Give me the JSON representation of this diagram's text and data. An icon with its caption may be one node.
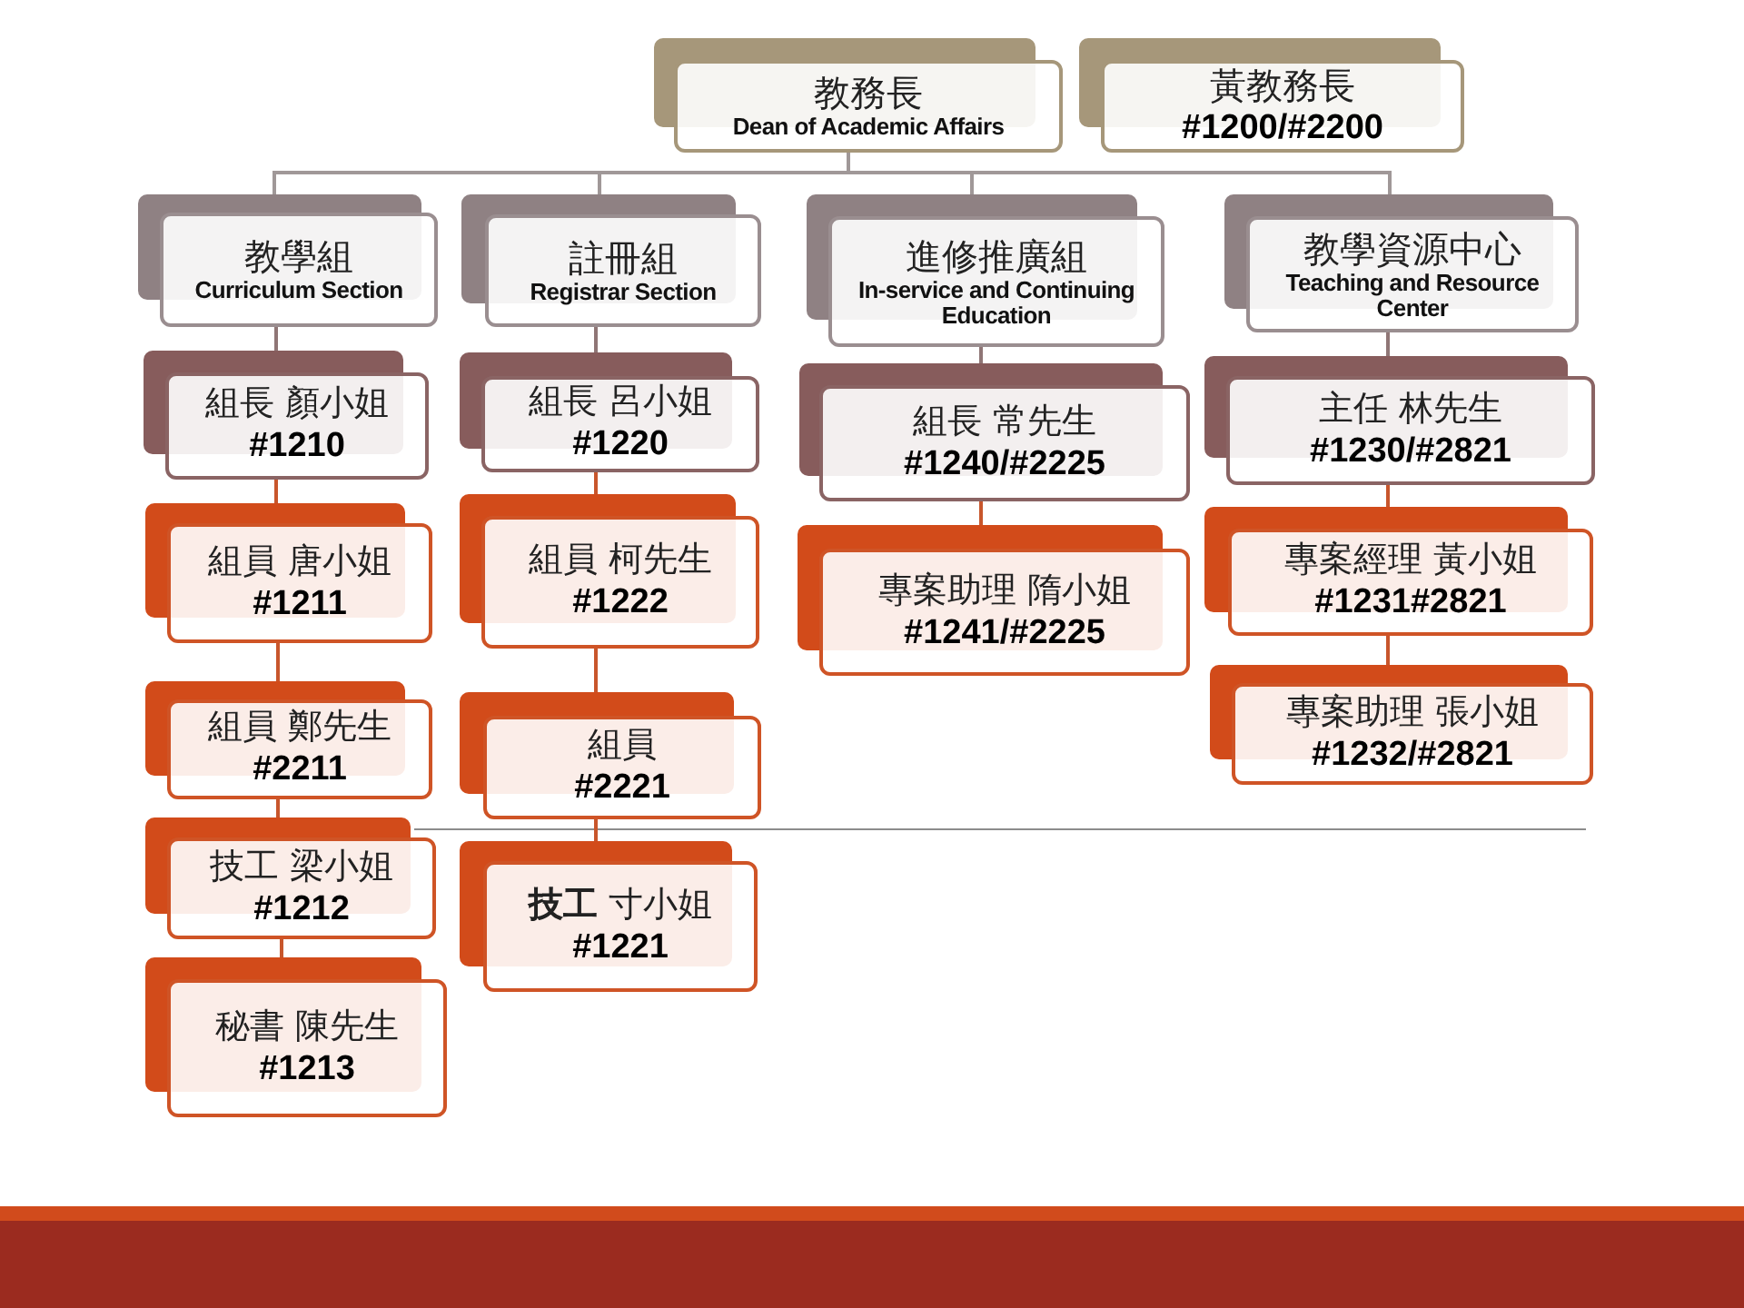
{
  "diagram": {
    "nodes": [
      {
        "text": [
          "教務長",
          "Dean of Academic Affairs"
        ]
      },
      {
        "text": [
          "黃教務長",
          "#1200/#2200"
        ]
      },
      {
        "text": [
          "教學組",
          "Curriculum Section"
        ]
      },
      {
        "text": [
          "註冊組",
          "Registrar Section"
        ]
      },
      {
        "text": [
          "進修推廣組",
          "In-service and Continuing Education"
        ]
      },
      {
        "text": [
          "教學資源中心",
          "Teaching and Resource Center"
        ]
      },
      {
        "text": [
          "組長 顏小姐",
          "#1210"
        ]
      },
      {
        "text": [
          "組員 唐小姐",
          "#1211"
        ]
      },
      {
        "text": [
          "組員 鄭先生",
          "#2211"
        ]
      },
      {
        "text": [
          "技工 梁小姐",
          "#1212"
        ]
      },
      {
        "text": [
          "秘書 陳先生",
          "#1213"
        ]
      },
      {
        "text": [
          "組長 呂小姐",
          "#1220"
        ]
      },
      {
        "text": [
          "組員 柯先生",
          "#1222"
        ]
      },
      {
        "text": [
          "組員",
          "#2221"
        ]
      },
      {
        "text": [
          "**技工** 寸小姐",
          "#1221"
        ]
      },
      {
        "text": [
          "組長 常先生",
          "#1240/#2225"
        ]
      },
      {
        "text": [
          "專案助理 隋小姐",
          "#1241/#2225"
        ]
      },
      {
        "text": [
          "主任 林先生",
          "#1230/#2821"
        ]
      },
      {
        "text": [
          "專案經理 黃小姐",
          "#1231#2821"
        ]
      },
      {
        "text": [
          "專案助理 張小姐",
          "#1232/#2821"
        ]
      }
    ],
    "edges": [
      {
        "from": 0,
        "to": 2,
        "arrow": "none",
        "color": "#a09898"
      },
      {
        "from": 0,
        "to": 3,
        "arrow": "none",
        "color": "#a09898"
      },
      {
        "from": 0,
        "to": 4,
        "arrow": "none",
        "color": "#a09898"
      },
      {
        "from": 0,
        "to": 5,
        "arrow": "none",
        "color": "#a09898"
      },
      {
        "from": 2,
        "to": 6,
        "arrow": "none",
        "color": "#8f7676"
      },
      {
        "from": 6,
        "to": 7,
        "arrow": "none"
      },
      {
        "from": 7,
        "to": 8,
        "arrow": "none"
      },
      {
        "from": 8,
        "to": 9,
        "arrow": "none"
      },
      {
        "from": 9,
        "to": 10,
        "arrow": "none"
      },
      {
        "from": 3,
        "to": 11,
        "arrow": "none",
        "color": "#8f7676"
      },
      {
        "from": 11,
        "to": 12,
        "arrow": "none"
      },
      {
        "from": 12,
        "to": 13,
        "arrow": "none"
      },
      {
        "from": 13,
        "to": 14,
        "arrow": "none"
      },
      {
        "from": 4,
        "to": 15,
        "arrow": "none",
        "color": "#8f7676"
      },
      {
        "from": 15,
        "to": 16,
        "arrow": "none"
      },
      {
        "from": 5,
        "to": 17,
        "arrow": "none",
        "color": "#8f7676"
      },
      {
        "from": 17,
        "to": 18,
        "arrow": "none"
      },
      {
        "from": 18,
        "to": 19,
        "arrow": "none"
      }
    ]
  }
}
